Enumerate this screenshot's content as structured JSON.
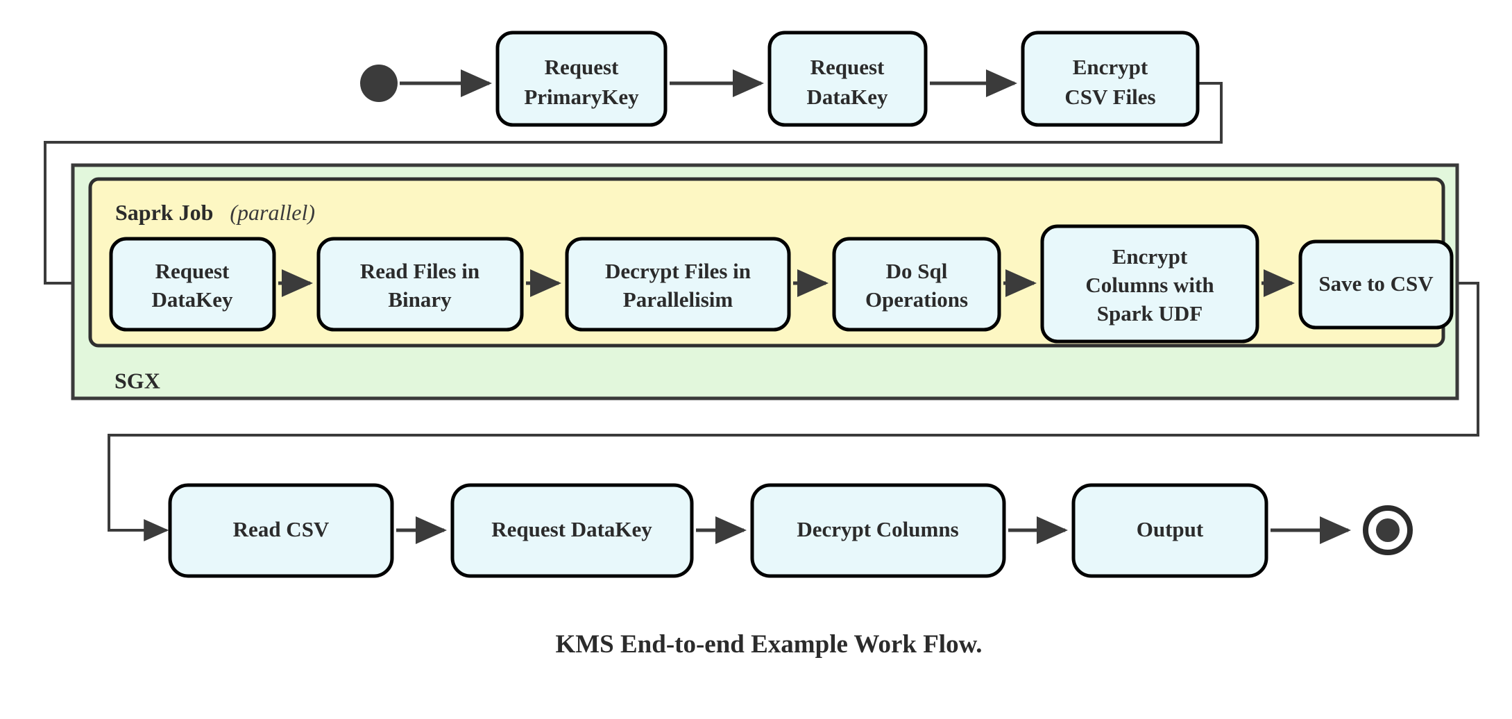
{
  "diagram": {
    "caption": "KMS End-to-end Example Work Flow.",
    "colors": {
      "node_fill": "#e8f8fb",
      "node_stroke": "#000000",
      "sgx_fill": "#e2f7dc",
      "spark_fill": "#fdf7c3",
      "edge": "#3b3b3b",
      "text": "#2b2b2b",
      "background": "#ffffff"
    },
    "groups": {
      "sgx": {
        "label": "SGX"
      },
      "spark": {
        "label": "Saprk Job",
        "qualifier": "(parallel)"
      }
    },
    "start_node": {
      "name": "start"
    },
    "end_node": {
      "name": "end"
    },
    "rows": {
      "top": {
        "nodes": [
          {
            "id": "request-primarykey",
            "line1": "Request",
            "line2": "PrimaryKey"
          },
          {
            "id": "request-datakey-top",
            "line1": "Request",
            "line2": "DataKey"
          },
          {
            "id": "encrypt-csv-files",
            "line1": "Encrypt",
            "line2": "CSV Files"
          }
        ]
      },
      "spark": {
        "nodes": [
          {
            "id": "request-datakey-spark",
            "line1": "Request",
            "line2": "DataKey",
            "line3": ""
          },
          {
            "id": "read-files-in-binary",
            "line1": "Read Files in",
            "line2": "Binary",
            "line3": ""
          },
          {
            "id": "decrypt-files-in-parallelisim",
            "line1": "Decrypt Files in",
            "line2": "Parallelisim",
            "line3": ""
          },
          {
            "id": "do-sql-operations",
            "line1": "Do Sql",
            "line2": "Operations",
            "line3": ""
          },
          {
            "id": "encrypt-columns-with-spark-udf",
            "line1": "Encrypt",
            "line2": "Columns with",
            "line3": "Spark UDF"
          },
          {
            "id": "save-to-csv",
            "line1": "Save to CSV",
            "line2": "",
            "line3": ""
          }
        ]
      },
      "bottom": {
        "nodes": [
          {
            "id": "read-csv",
            "line1": "Read CSV",
            "line2": ""
          },
          {
            "id": "request-datakey-bottom",
            "line1": "Request DataKey",
            "line2": ""
          },
          {
            "id": "decrypt-columns",
            "line1": "Decrypt Columns",
            "line2": ""
          },
          {
            "id": "output",
            "line1": "Output",
            "line2": ""
          }
        ]
      }
    }
  }
}
